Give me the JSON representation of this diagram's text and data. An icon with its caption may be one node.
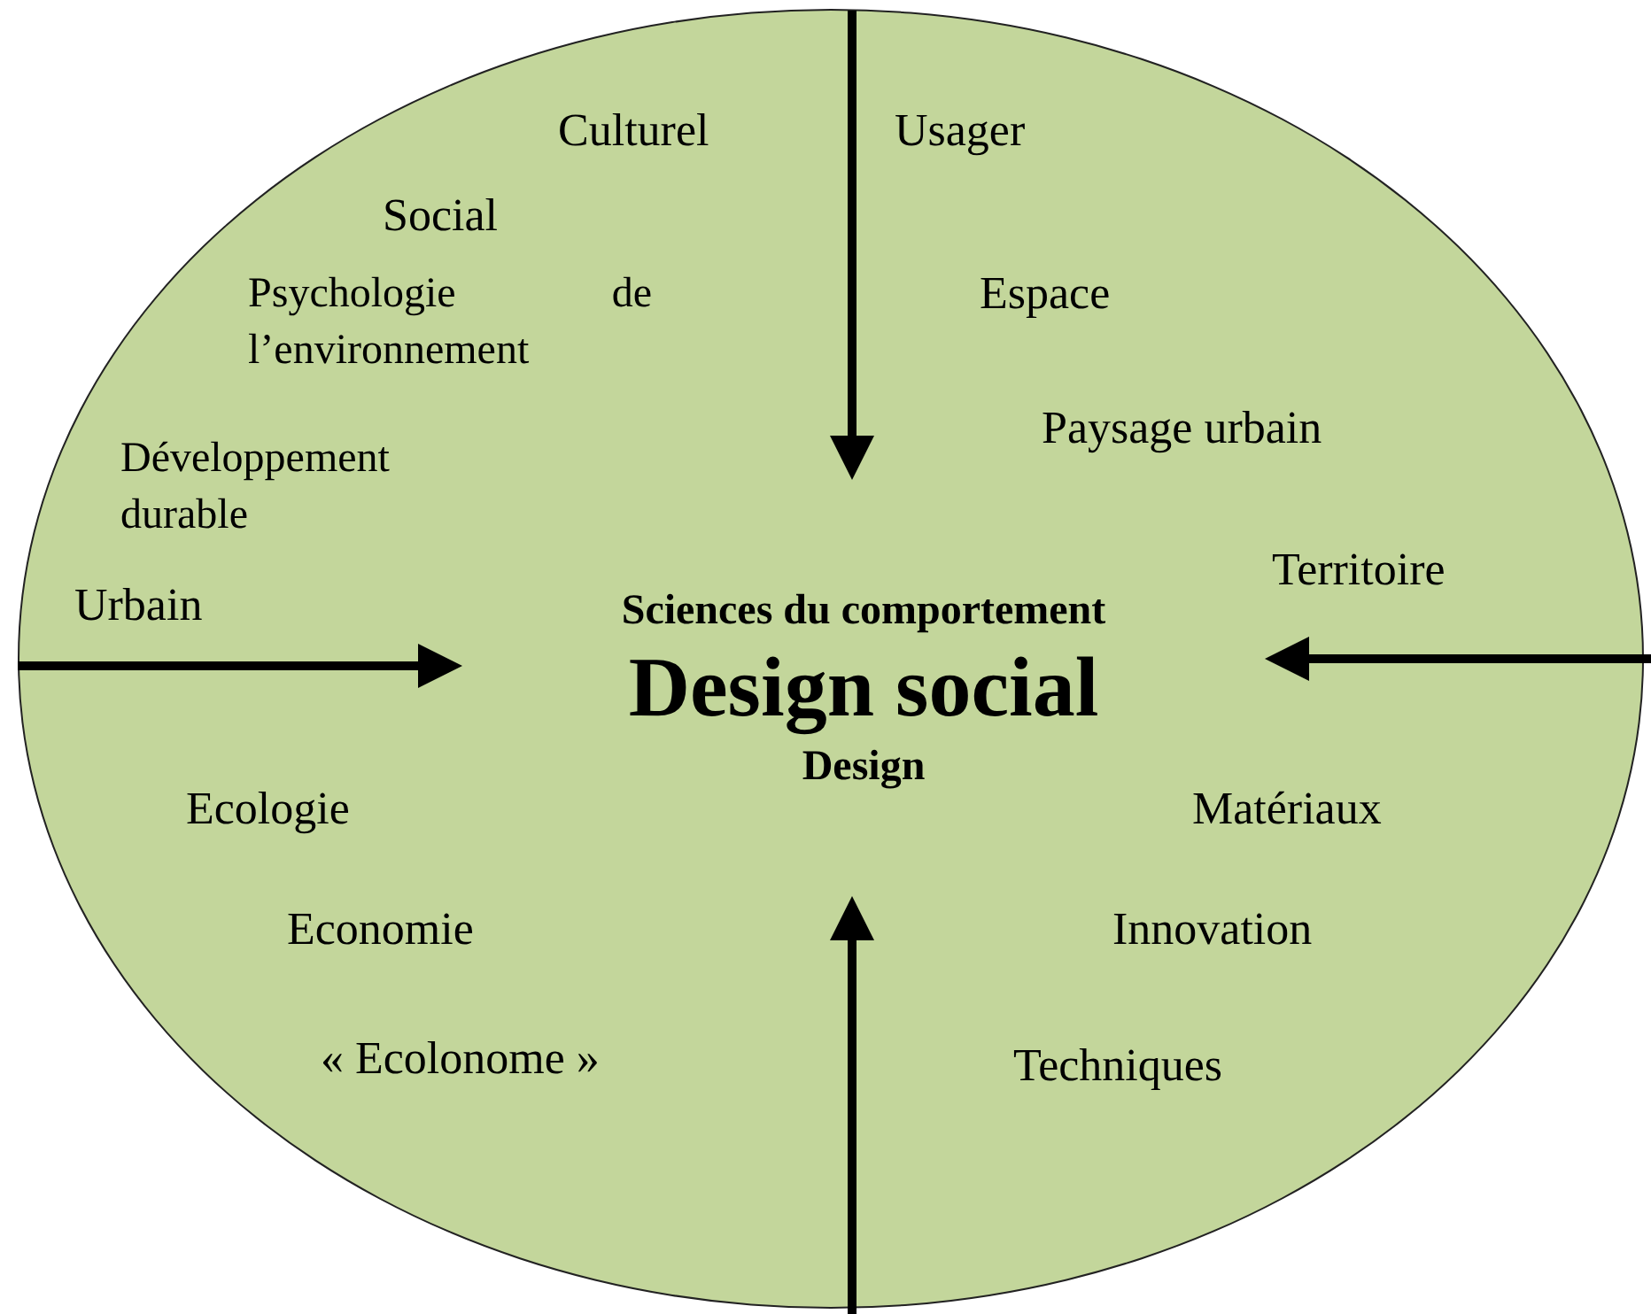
{
  "diagram": {
    "nodes": [
      {
        "text": [],
        "shape": "ellipse"
      },
      {
        "text": [
          "Sciences du comportement",
          "Design social",
          "Design"
        ],
        "in": 0
      }
    ],
    "edges": [
      {
        "from": null,
        "to": 1,
        "arrow": "to"
      },
      {
        "from": null,
        "to": 1,
        "arrow": "to"
      },
      {
        "from": null,
        "to": 1,
        "arrow": "to"
      },
      {
        "from": null,
        "to": 1,
        "arrow": "to"
      }
    ],
    "labels": [
      "Culturel",
      "Usager",
      "Social",
      "Espace",
      "Psychologie de l’environnement",
      "Paysage urbain",
      "Développement durable",
      "Territoire",
      "Urbain",
      "Ecologie",
      "Matériaux",
      "Economie",
      "Innovation",
      "« Ecolonome »",
      "Techniques"
    ]
  }
}
